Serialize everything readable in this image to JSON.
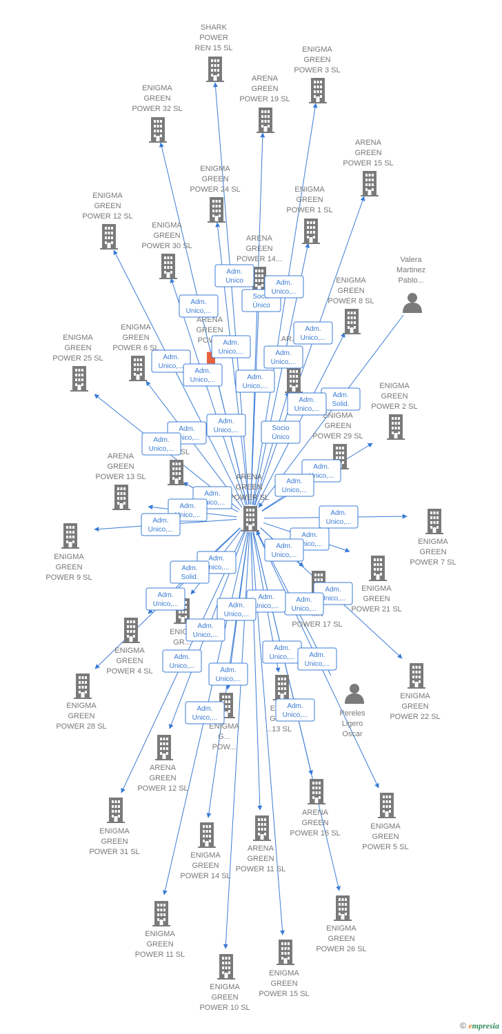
{
  "colors": {
    "edge": "#3a7bd5",
    "node": "#7a7a7a",
    "highlight": "#e8603c",
    "box_bg": "#ffffff"
  },
  "center": {
    "lines": [
      "ARENA",
      "GREEN",
      "POWER  SL"
    ]
  },
  "nodes": [
    {
      "id": "shark15",
      "type": "company",
      "lines": [
        "SHARK",
        "POWER",
        "REN 15  SL"
      ]
    },
    {
      "id": "enigma3",
      "type": "company",
      "lines": [
        "ENIGMA",
        "GREEN",
        "POWER 3  SL"
      ]
    },
    {
      "id": "enigma32",
      "type": "company",
      "lines": [
        "ENIGMA",
        "GREEN",
        "POWER 32  SL"
      ]
    },
    {
      "id": "arena19",
      "type": "company",
      "lines": [
        "ARENA",
        "GREEN",
        "POWER 19  SL"
      ]
    },
    {
      "id": "arena15a",
      "type": "company",
      "lines": [
        "ARENA",
        "GREEN",
        "POWER 15  SL"
      ]
    },
    {
      "id": "enigma24",
      "type": "company",
      "lines": [
        "ENIGMA",
        "GREEN",
        "POWER 24  SL"
      ]
    },
    {
      "id": "enigma1",
      "type": "company",
      "lines": [
        "ENIGMA",
        "GREEN",
        "POWER 1  SL"
      ]
    },
    {
      "id": "enigma12",
      "type": "company",
      "lines": [
        "ENIGMA",
        "GREEN",
        "POWER 12  SL"
      ]
    },
    {
      "id": "enigma30",
      "type": "company",
      "lines": [
        "ENIGMA",
        "GREEN",
        "POWER 30  SL"
      ]
    },
    {
      "id": "arena14a",
      "type": "company",
      "lines": [
        "ARENA",
        "GREEN",
        "POWER 14..."
      ]
    },
    {
      "id": "valera",
      "type": "person",
      "lines": [
        "Valera",
        "Martinez",
        "Pablo..."
      ]
    },
    {
      "id": "enigma8",
      "type": "company",
      "lines": [
        "ENIGMA",
        "GREEN",
        "POWER 8  SL"
      ]
    },
    {
      "id": "arenaPow",
      "type": "company-highlight",
      "lines": [
        "ARENA",
        "GREEN",
        "POW..."
      ]
    },
    {
      "id": "enigma6",
      "type": "company",
      "lines": [
        "ENIGMA",
        "GREEN",
        "POWER 6  SL"
      ]
    },
    {
      "id": "enigma25",
      "type": "company",
      "lines": [
        "ENIGMA",
        "GREEN",
        "POWER 25  SL"
      ]
    },
    {
      "id": "arena18",
      "type": "company",
      "lines": [
        "AR...",
        "...N",
        "...8  SL"
      ]
    },
    {
      "id": "enigma2",
      "type": "company",
      "lines": [
        "ENIGMA",
        "GREEN",
        "POWER 2  SL"
      ]
    },
    {
      "id": "enigma29",
      "type": "company",
      "lines": [
        "ENIGMA",
        "GREEN",
        "POWER 29  SL"
      ]
    },
    {
      "id": "en33",
      "type": "company",
      "lines": [
        "EN...",
        "",
        "...33  SL"
      ]
    },
    {
      "id": "arena13",
      "type": "company",
      "lines": [
        "ARENA",
        "GREEN",
        "POWER 13  SL"
      ]
    },
    {
      "id": "enigma9",
      "type": "company",
      "lines": [
        "ENIGMA",
        "GREEN",
        "POWER 9  SL"
      ]
    },
    {
      "id": "enigma7",
      "type": "company",
      "lines": [
        "ENIGMA",
        "GREEN",
        "POWER 7  SL"
      ]
    },
    {
      "id": "enigma21",
      "type": "company",
      "lines": [
        "ENIGMA",
        "GREEN",
        "POWER 21  SL"
      ]
    },
    {
      "id": "p17",
      "type": "company",
      "lines": [
        "...N",
        "POWER 17  SL"
      ]
    },
    {
      "id": "enigma4",
      "type": "company",
      "lines": [
        "ENIGMA",
        "GREEN",
        "POWER 4  SL"
      ]
    },
    {
      "id": "enigmaMid",
      "type": "company",
      "lines": [
        "ENIG...",
        "GR...",
        "PO...SL"
      ]
    },
    {
      "id": "enigma28",
      "type": "company",
      "lines": [
        "ENIGMA",
        "GREEN",
        "POWER 28  SL"
      ]
    },
    {
      "id": "enigma22",
      "type": "company",
      "lines": [
        "ENIGMA",
        "GREEN",
        "POWER 22  SL"
      ]
    },
    {
      "id": "pereles",
      "type": "person",
      "lines": [
        "Pereles",
        "Ligero",
        "Oscar"
      ]
    },
    {
      "id": "enigmaG",
      "type": "company",
      "lines": [
        "ENIGMA",
        "G...",
        "POW..."
      ]
    },
    {
      "id": "en13",
      "type": "company",
      "lines": [
        "EN...",
        "GR...",
        "...13  SL"
      ]
    },
    {
      "id": "arena12",
      "type": "company",
      "lines": [
        "ARENA",
        "GREEN",
        "POWER 12  SL"
      ]
    },
    {
      "id": "arena16",
      "type": "company",
      "lines": [
        "ARENA",
        "GREEN",
        "POWER 16  SL"
      ]
    },
    {
      "id": "enigma5",
      "type": "company",
      "lines": [
        "ENIGMA",
        "GREEN",
        "POWER 5  SL"
      ]
    },
    {
      "id": "enigma31",
      "type": "company",
      "lines": [
        "ENIGMA",
        "GREEN",
        "POWER 31  SL"
      ]
    },
    {
      "id": "enigma14",
      "type": "company",
      "lines": [
        "ENIGMA",
        "GREEN",
        "POWER 14  SL"
      ]
    },
    {
      "id": "arena11",
      "type": "company",
      "lines": [
        "ARENA",
        "GREEN",
        "POWER 11  SL"
      ]
    },
    {
      "id": "enigma26",
      "type": "company",
      "lines": [
        "ENIGMA",
        "GREEN",
        "POWER 26  SL"
      ]
    },
    {
      "id": "enigma11",
      "type": "company",
      "lines": [
        "ENIGMA",
        "GREEN",
        "POWER 11  SL"
      ]
    },
    {
      "id": "enigma15",
      "type": "company",
      "lines": [
        "ENIGMA",
        "GREEN",
        "POWER 15  SL"
      ]
    },
    {
      "id": "enigma10",
      "type": "company",
      "lines": [
        "ENIGMA",
        "GREEN",
        "POWER 10  SL"
      ]
    }
  ],
  "relations": [
    {
      "lines": [
        "Adm.",
        "Unico"
      ]
    },
    {
      "lines": [
        "Socio",
        "Único"
      ]
    },
    {
      "lines": [
        "Adm.",
        "Unico,..."
      ]
    },
    {
      "lines": [
        "Adm.",
        "Unico,..."
      ]
    },
    {
      "lines": [
        "Adm.",
        "Unico,..."
      ]
    },
    {
      "lines": [
        "Adm.",
        "Unico,..."
      ]
    },
    {
      "lines": [
        "Adm.",
        "Unico,..."
      ]
    },
    {
      "lines": [
        "Adm.",
        "Unico,..."
      ]
    },
    {
      "lines": [
        "Adm.",
        "Unico,..."
      ]
    },
    {
      "lines": [
        "Adm.",
        "Solid."
      ]
    },
    {
      "lines": [
        "Adm.",
        "Unico,..."
      ]
    },
    {
      "lines": [
        "Adm.",
        "Unico,..."
      ]
    },
    {
      "lines": [
        "Socio",
        "Único"
      ]
    },
    {
      "lines": [
        "Adm.",
        "Unico,..."
      ]
    },
    {
      "lines": [
        "Adm.",
        "Unico,..."
      ]
    },
    {
      "lines": [
        "Adm.",
        "Unico,..."
      ]
    },
    {
      "lines": [
        "Adm.",
        "Unico,..."
      ]
    },
    {
      "lines": [
        "Adm.",
        "Unico,..."
      ]
    },
    {
      "lines": [
        "Adm.",
        "Unico,..."
      ]
    },
    {
      "lines": [
        "Adm.",
        "Unico,..."
      ]
    },
    {
      "lines": [
        "Adm.",
        "Unico,..."
      ]
    },
    {
      "lines": [
        "Adm.",
        "Unico,..."
      ]
    },
    {
      "lines": [
        "Adm.",
        "Unico,..."
      ]
    },
    {
      "lines": [
        "Adm.",
        "Unico,..."
      ]
    },
    {
      "lines": [
        "Adm.",
        "Unico,..."
      ]
    },
    {
      "lines": [
        "Adm.",
        "Solid."
      ]
    },
    {
      "lines": [
        "Adm.",
        "Unico,..."
      ]
    },
    {
      "lines": [
        "Adm.",
        "Unico,..."
      ]
    },
    {
      "lines": [
        "Adm.",
        "Unico,..."
      ]
    },
    {
      "lines": [
        "Adm.",
        "Unico,..."
      ]
    },
    {
      "lines": [
        "Adm.",
        "Unico,..."
      ]
    },
    {
      "lines": [
        "Adm.",
        "Unico,..."
      ]
    },
    {
      "lines": [
        "Adm.",
        "Unico,..."
      ]
    },
    {
      "lines": [
        "Adm.",
        "Unico,..."
      ]
    },
    {
      "lines": [
        "Adm.",
        "Unico,..."
      ]
    },
    {
      "lines": [
        "Adm.",
        "Unico,..."
      ]
    },
    {
      "lines": [
        "Adm.",
        "Unico,..."
      ]
    },
    {
      "lines": [
        "Adm.",
        "Unico,..."
      ]
    }
  ],
  "footer": {
    "copyright": "©",
    "brand_first": "e",
    "brand_rest": "mpresia"
  }
}
